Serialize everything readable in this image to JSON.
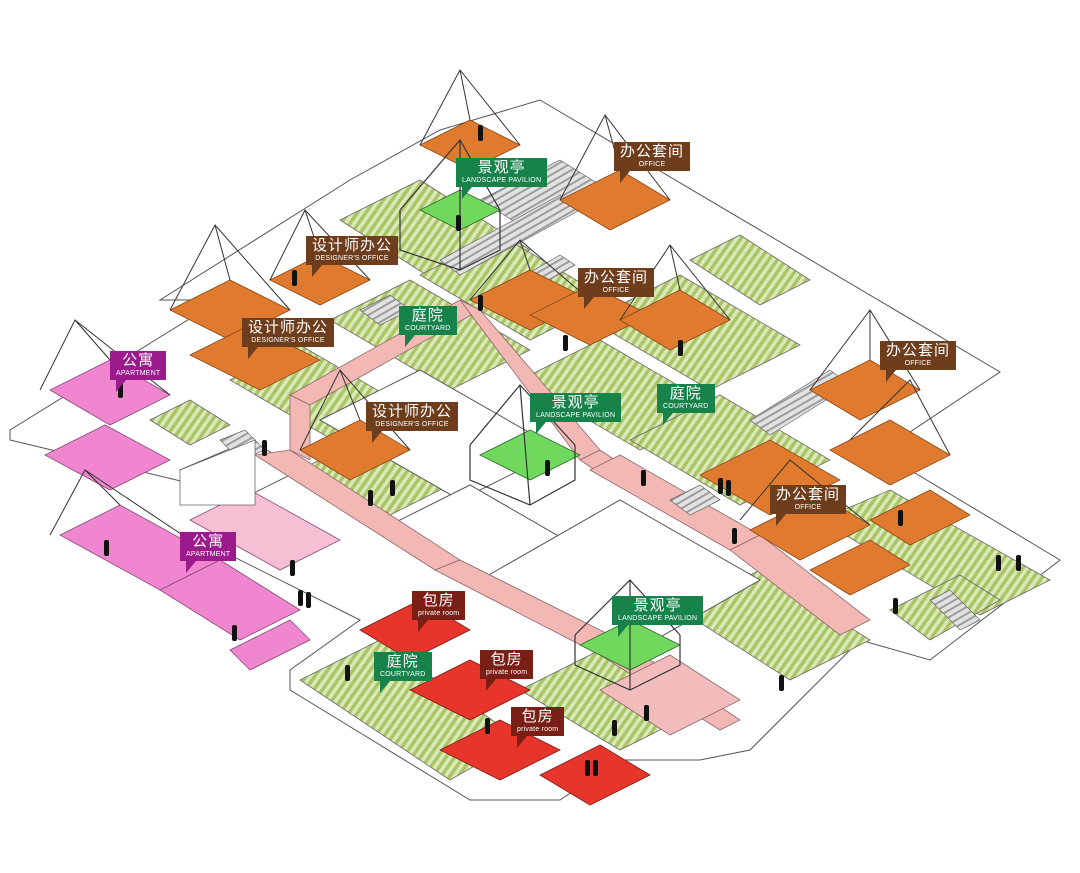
{
  "colors": {
    "office": "#e07a2e",
    "office_label": "#6e3d1c",
    "pavilion_label": "#17834b",
    "pavilion_floor": "#6ed65a",
    "courtyard_label": "#17834b",
    "apartment_label": "#9b1b8c",
    "apartment_floor": "#f08ad0",
    "apartment_path": "#f6bfd3",
    "private_room": "#e8352b",
    "private_label": "#7a1f16",
    "corridor": "#f2b6b3",
    "stripes": "#b9d27f",
    "stairs": "#c9c9c9"
  },
  "labels": {
    "pavilion_top": {
      "cn": "景观亭",
      "en": "LANDSCAPE PAVILION",
      "type": "pavilion",
      "icon": "pavilion-icon"
    },
    "office_top": {
      "cn": "办公套间",
      "en": "OFFICE",
      "type": "office"
    },
    "designer_1": {
      "cn": "设计师办公",
      "en": "DESIGNER'S OFFICE",
      "type": "office"
    },
    "office_mid": {
      "cn": "办公套间",
      "en": "OFFICE",
      "type": "office"
    },
    "courtyard_1": {
      "cn": "庭院",
      "en": "COURTYARD",
      "type": "courtyard"
    },
    "designer_2": {
      "cn": "设计师办公",
      "en": "DESIGNER'S OFFICE",
      "type": "office"
    },
    "apartment_1": {
      "cn": "公寓",
      "en": "APARTMENT",
      "type": "apartment"
    },
    "office_right": {
      "cn": "办公套间",
      "en": "OFFICE",
      "type": "office"
    },
    "pavilion_center": {
      "cn": "景观亭",
      "en": "LANDSCAPE PAVILION",
      "type": "pavilion"
    },
    "courtyard_2": {
      "cn": "庭院",
      "en": "COURTYARD",
      "type": "courtyard"
    },
    "designer_3": {
      "cn": "设计师办公",
      "en": "DESIGNER'S OFFICE",
      "type": "office"
    },
    "office_lower": {
      "cn": "办公套间",
      "en": "OFFICE",
      "type": "office"
    },
    "apartment_2": {
      "cn": "公寓",
      "en": "APARTMENT",
      "type": "apartment"
    },
    "private_1": {
      "cn": "包房",
      "en": "private room",
      "type": "private"
    },
    "pavilion_bottom": {
      "cn": "景观亭",
      "en": "LANDSCAPE PAVILION",
      "type": "pavilion"
    },
    "courtyard_3": {
      "cn": "庭院",
      "en": "COURTYARD",
      "type": "courtyard"
    },
    "private_2": {
      "cn": "包房",
      "en": "private room",
      "type": "private"
    },
    "private_3": {
      "cn": "包房",
      "en": "private room",
      "type": "private"
    }
  }
}
